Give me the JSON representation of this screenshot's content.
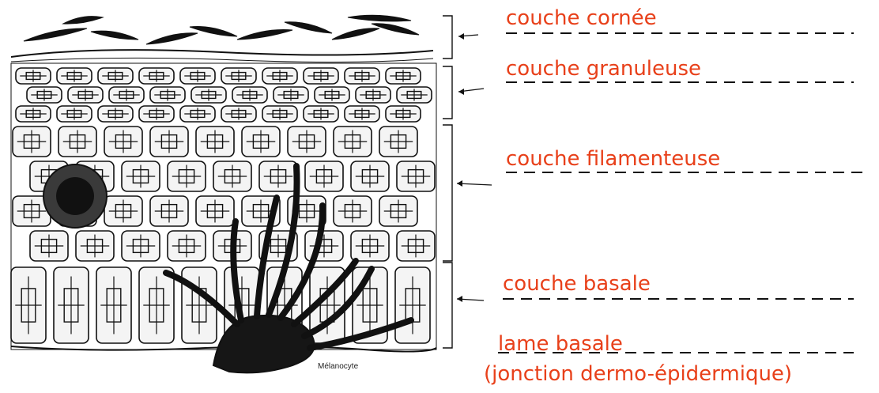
{
  "diagram": {
    "labels": [
      {
        "id": "cornee",
        "text": "couche cornée"
      },
      {
        "id": "granuleuse",
        "text": "couche granuleuse"
      },
      {
        "id": "filamenteuse",
        "text": "couche filamenteuse"
      },
      {
        "id": "basale",
        "text": "couche basale"
      },
      {
        "id": "lame",
        "text": "lame basale"
      },
      {
        "id": "jonction",
        "text": "(jonction dermo-épidermique)"
      }
    ],
    "illustration_caption": "Mélanocyte",
    "label_color": "#e8401a",
    "line_color": "#111111"
  }
}
